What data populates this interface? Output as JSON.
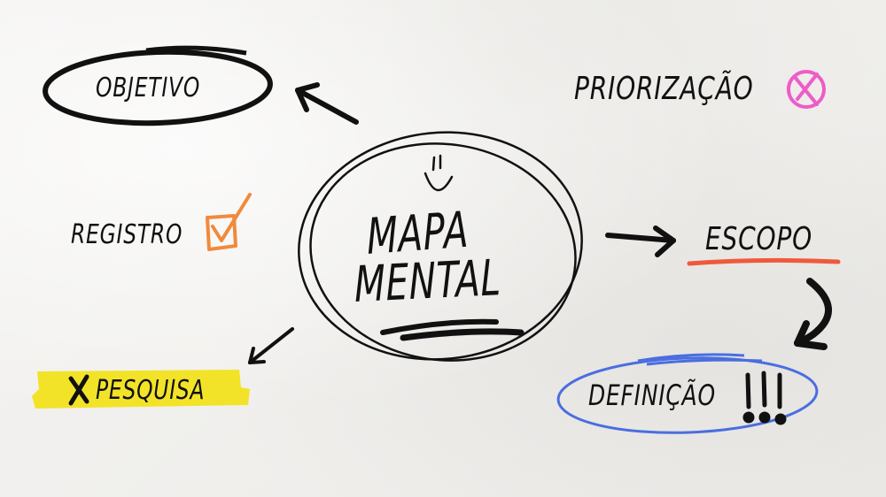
{
  "center": {
    "line1": "MAPA",
    "line2": "MENTAL",
    "icon": "smiley-icon"
  },
  "nodes": {
    "objetivo": {
      "label": "OBJETIVO",
      "decoration": "black-ellipse"
    },
    "priorizacao": {
      "label": "PRIORIZAÇÃO",
      "icon": "x-circle-icon",
      "icon_color": "#ee5cc8"
    },
    "registro": {
      "label": "REGISTRO",
      "icon": "checkbox-check-icon",
      "icon_color": "#f08a3c"
    },
    "pesquisa": {
      "label": "PESQUISA",
      "prefix": "✕",
      "highlight_color": "#f2e21c"
    },
    "escopo": {
      "label": "ESCOPO",
      "underline_color": "#ef5a3c"
    },
    "definicao": {
      "label": "DEFINIÇÃO",
      "suffix": "!!!",
      "ellipse_color": "#4a6ee0"
    }
  },
  "colors": {
    "ink": "#111111",
    "paper": "#f1f0ee"
  }
}
